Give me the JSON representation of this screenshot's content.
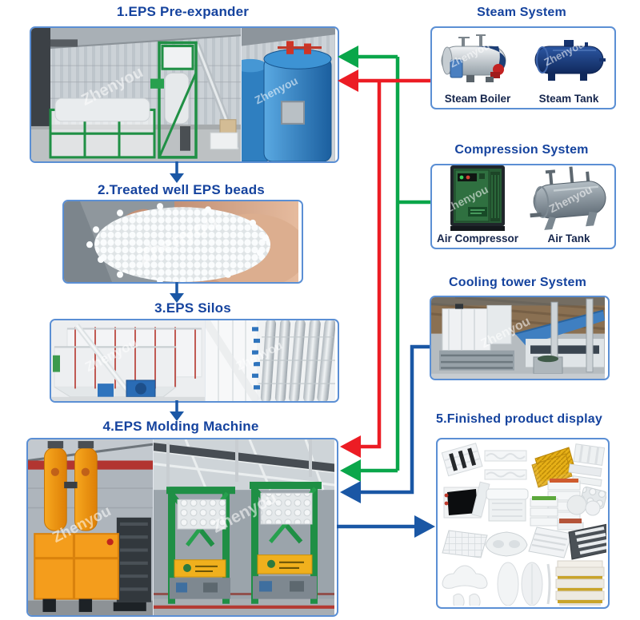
{
  "colors": {
    "title_blue": "#15439E",
    "border_blue": "#5B8FD4",
    "arrow_red": "#EC1C24",
    "arrow_green": "#0AA64A",
    "arrow_blue": "#1A57A5"
  },
  "watermark": "Zhenyou",
  "steps": [
    {
      "title": "1.EPS Pre-expander"
    },
    {
      "title": "2.Treated well EPS beads"
    },
    {
      "title": "3.EPS Silos"
    },
    {
      "title": "4.EPS Molding Machine"
    }
  ],
  "systems": {
    "steam": {
      "title": "Steam System",
      "items": [
        {
          "label": "Steam Boiler"
        },
        {
          "label": "Steam Tank"
        }
      ]
    },
    "compression": {
      "title": "Compression System",
      "items": [
        {
          "label": "Air Compressor"
        },
        {
          "label": "Air Tank"
        }
      ]
    },
    "cooling": {
      "title": "Cooling tower System"
    },
    "products": {
      "title": "5.Finished product display"
    }
  }
}
